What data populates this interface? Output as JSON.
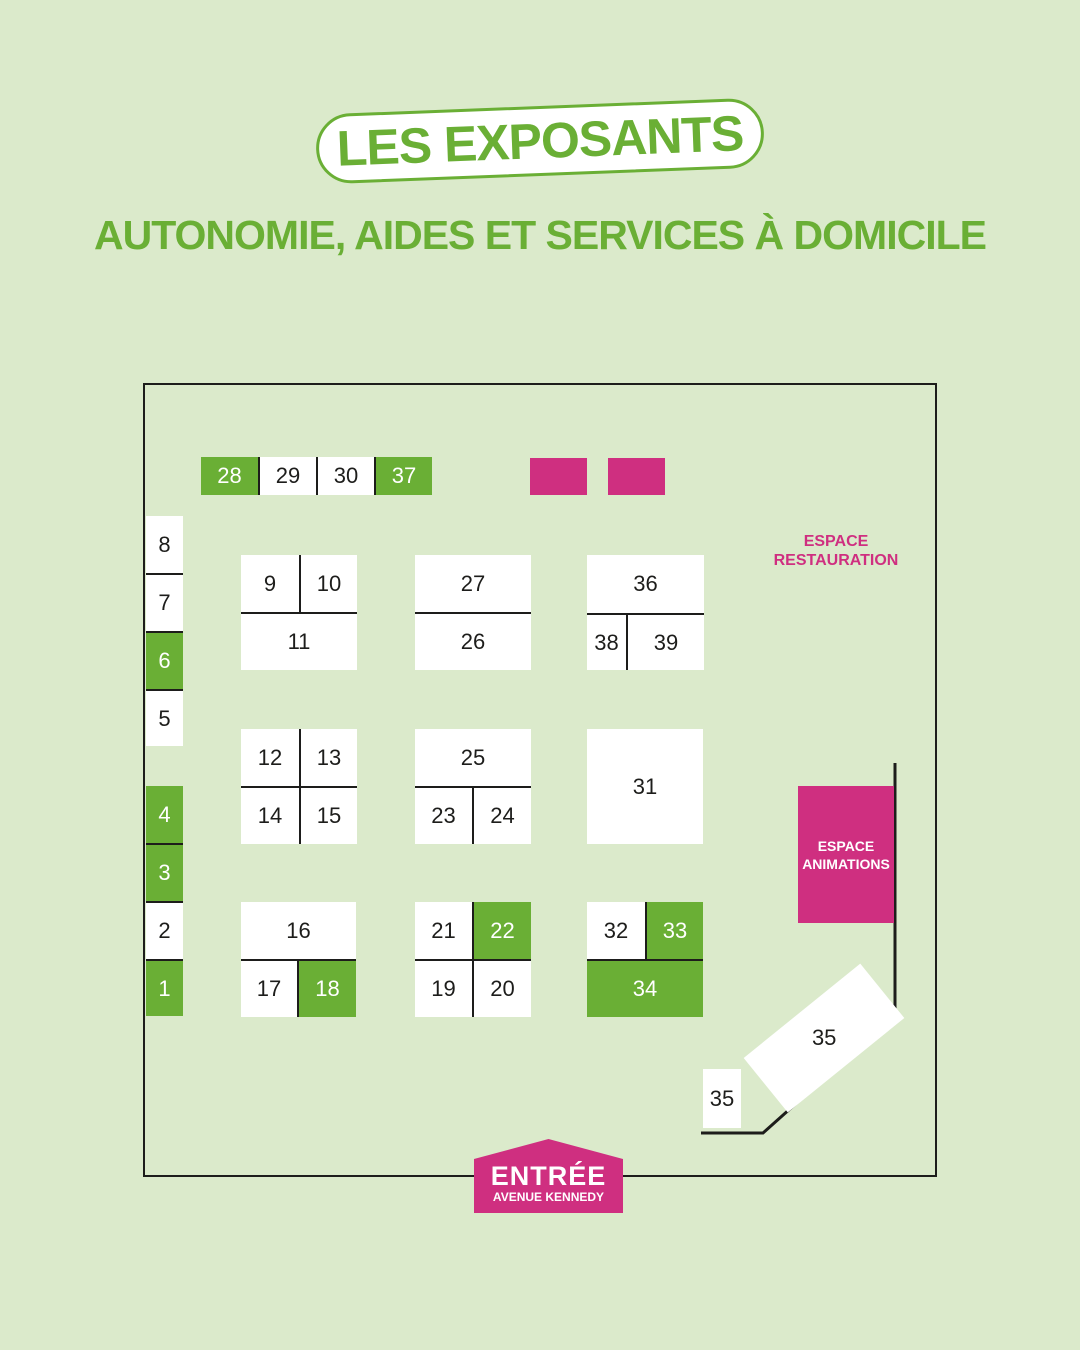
{
  "title": "LES EXPOSANTS",
  "subtitle": "AUTONOMIE, AIDES ET SERVICES À DOMICILE",
  "zones": {
    "restauration": "ESPACE\nRESTAURATION",
    "animations": "ESPACE\nANIMATIONS"
  },
  "entrance": {
    "label": "ENTRÉE",
    "street": "AVENUE KENNEDY"
  },
  "colors": {
    "background": "#dbeacb",
    "highlight": "#6aaf35",
    "accent": "#cf2f80",
    "wall": "#1d1d1b"
  },
  "booths": [
    {
      "id": "28",
      "label": "28",
      "highlighted": true
    },
    {
      "id": "29",
      "label": "29",
      "highlighted": false
    },
    {
      "id": "30",
      "label": "30",
      "highlighted": false
    },
    {
      "id": "37",
      "label": "37",
      "highlighted": true
    },
    {
      "id": "8",
      "label": "8",
      "highlighted": false
    },
    {
      "id": "7",
      "label": "7",
      "highlighted": false
    },
    {
      "id": "6",
      "label": "6",
      "highlighted": true
    },
    {
      "id": "5",
      "label": "5",
      "highlighted": false
    },
    {
      "id": "4",
      "label": "4",
      "highlighted": true
    },
    {
      "id": "3",
      "label": "3",
      "highlighted": true
    },
    {
      "id": "2",
      "label": "2",
      "highlighted": false
    },
    {
      "id": "1",
      "label": "1",
      "highlighted": true
    },
    {
      "id": "9",
      "label": "9",
      "highlighted": false
    },
    {
      "id": "10",
      "label": "10",
      "highlighted": false
    },
    {
      "id": "11",
      "label": "11",
      "highlighted": false
    },
    {
      "id": "27",
      "label": "27",
      "highlighted": false
    },
    {
      "id": "26",
      "label": "26",
      "highlighted": false
    },
    {
      "id": "36",
      "label": "36",
      "highlighted": false
    },
    {
      "id": "38",
      "label": "38",
      "highlighted": false
    },
    {
      "id": "39",
      "label": "39",
      "highlighted": false
    },
    {
      "id": "12",
      "label": "12",
      "highlighted": false
    },
    {
      "id": "13",
      "label": "13",
      "highlighted": false
    },
    {
      "id": "14",
      "label": "14",
      "highlighted": false
    },
    {
      "id": "15",
      "label": "15",
      "highlighted": false
    },
    {
      "id": "25",
      "label": "25",
      "highlighted": false
    },
    {
      "id": "23",
      "label": "23",
      "highlighted": false
    },
    {
      "id": "24",
      "label": "24",
      "highlighted": false
    },
    {
      "id": "31",
      "label": "31",
      "highlighted": false
    },
    {
      "id": "16",
      "label": "16",
      "highlighted": false
    },
    {
      "id": "17",
      "label": "17",
      "highlighted": false
    },
    {
      "id": "18",
      "label": "18",
      "highlighted": true
    },
    {
      "id": "21",
      "label": "21",
      "highlighted": false
    },
    {
      "id": "22",
      "label": "22",
      "highlighted": true
    },
    {
      "id": "19",
      "label": "19",
      "highlighted": false
    },
    {
      "id": "20",
      "label": "20",
      "highlighted": false
    },
    {
      "id": "32",
      "label": "32",
      "highlighted": false
    },
    {
      "id": "33",
      "label": "33",
      "highlighted": true
    },
    {
      "id": "34",
      "label": "34",
      "highlighted": true
    },
    {
      "id": "35a",
      "label": "35",
      "highlighted": false
    },
    {
      "id": "35b",
      "label": "35",
      "highlighted": false
    }
  ]
}
